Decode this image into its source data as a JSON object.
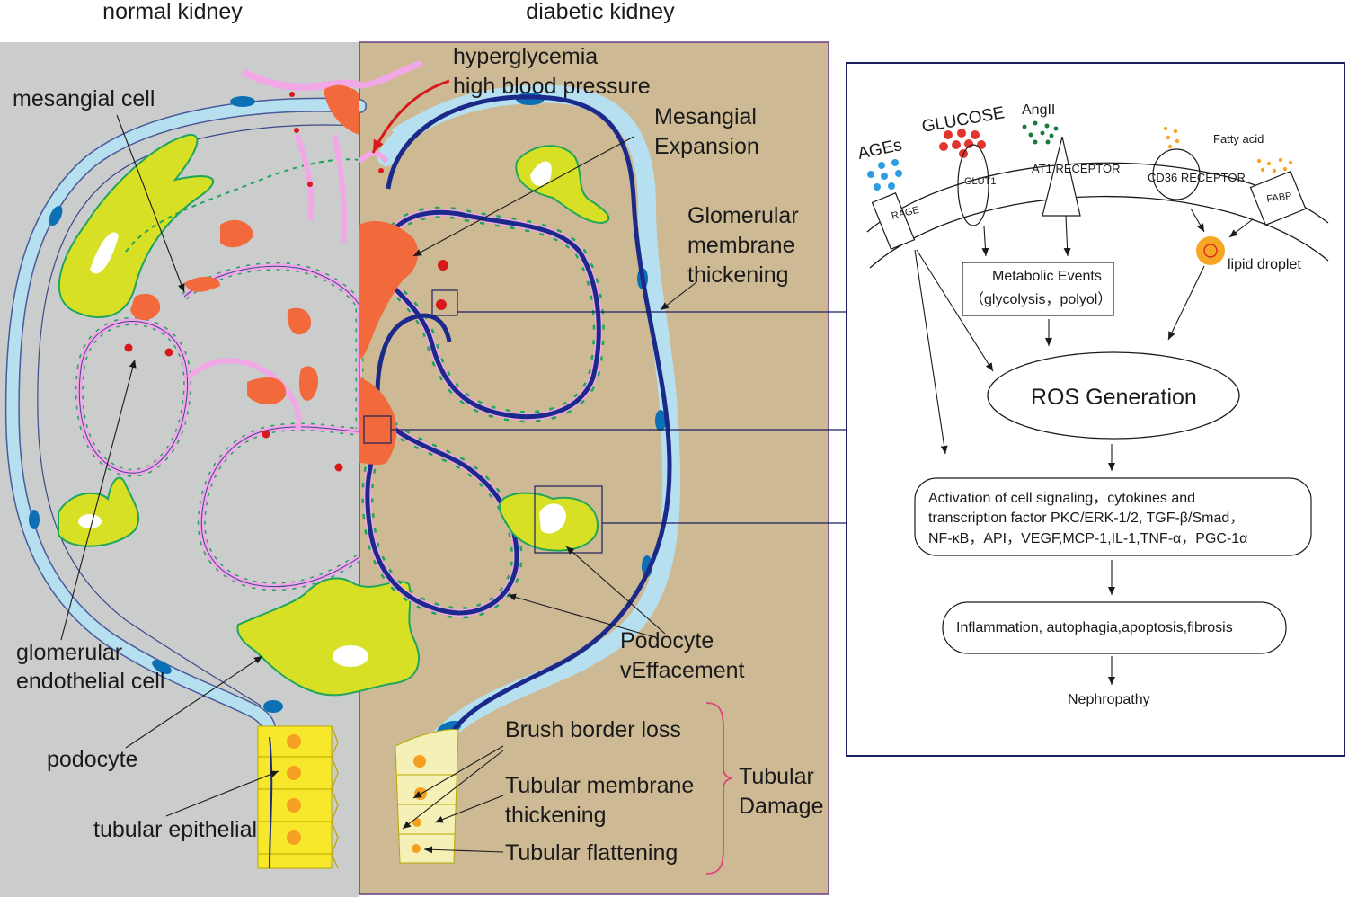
{
  "panels": {
    "normal_title": "normal kidney",
    "diabetic_title": "diabetic kidney"
  },
  "normal_labels": {
    "mesangial_cell": "mesangial cell",
    "endothelial_line1": "glomerular",
    "endothelial_line2": "endothelial cell",
    "podocyte": "podocyte",
    "tubular_epithelial": "tubular epithelial"
  },
  "diabetic_labels": {
    "hyperglycemia": "hyperglycemia",
    "high_bp": "high blood pressure",
    "mesangial_line1": "Mesangial",
    "mesangial_line2": "Expansion",
    "gbm_line1": "Glomerular",
    "gbm_line2": "membrane",
    "gbm_line3": "thickening",
    "podocyte_line1": "Podocyte",
    "podocyte_line2": "vEffacement",
    "brush_border": "Brush border loss",
    "tubular_membrane_line1": "Tubular membrane",
    "tubular_membrane_line2": "thickening",
    "tubular_flattening": "Tubular flattening",
    "tubular_damage_line1": "Tubular",
    "tubular_damage_line2": "Damage"
  },
  "pathway": {
    "ages": "AGEs",
    "glucose": "GLUCOSE",
    "angii": "AngII",
    "fatty_acid": "Fatty acid",
    "rage": "RAGE",
    "glut1": "GLUT1",
    "at1": "AT1 RECEPTOR",
    "cd36": "CD36 RECEPTOR",
    "fabp": "FABP",
    "lipid_droplet": "lipid droplet",
    "metabolic_line1": "Metabolic Events",
    "metabolic_line2": "（glycolysis，polyol）",
    "ros": "ROS Generation",
    "activation_line1": "Activation of cell signaling，cytokines and",
    "activation_line2": "transcription factor PKC/ERK-1/2, TGF-β/Smad，",
    "activation_line3": "NF-κB，API，VEGF,MCP-1,IL-1,TNF-α，PGC-1α",
    "outcomes": "Inflammation, autophagia,apoptosis,fibrosis",
    "nephropathy": "Nephropathy"
  },
  "colors": {
    "normal_bg": "#cbcccc",
    "diabetic_bg": "#cdb994",
    "capillary_pink": "#f2a7e6",
    "mesangial_orange": "#f26a3b",
    "podocyte_yellow": "#d7e025",
    "bowman_blue": "#b6dff0",
    "nucleus_blue": "#0c70b5",
    "foot_green": "#1fa65b",
    "gbm_navy": "#1b2a8a",
    "tubule_yellow": "#f7e82c",
    "panel_border": "#1b1e5f",
    "arrow_red": "#d7191c"
  }
}
